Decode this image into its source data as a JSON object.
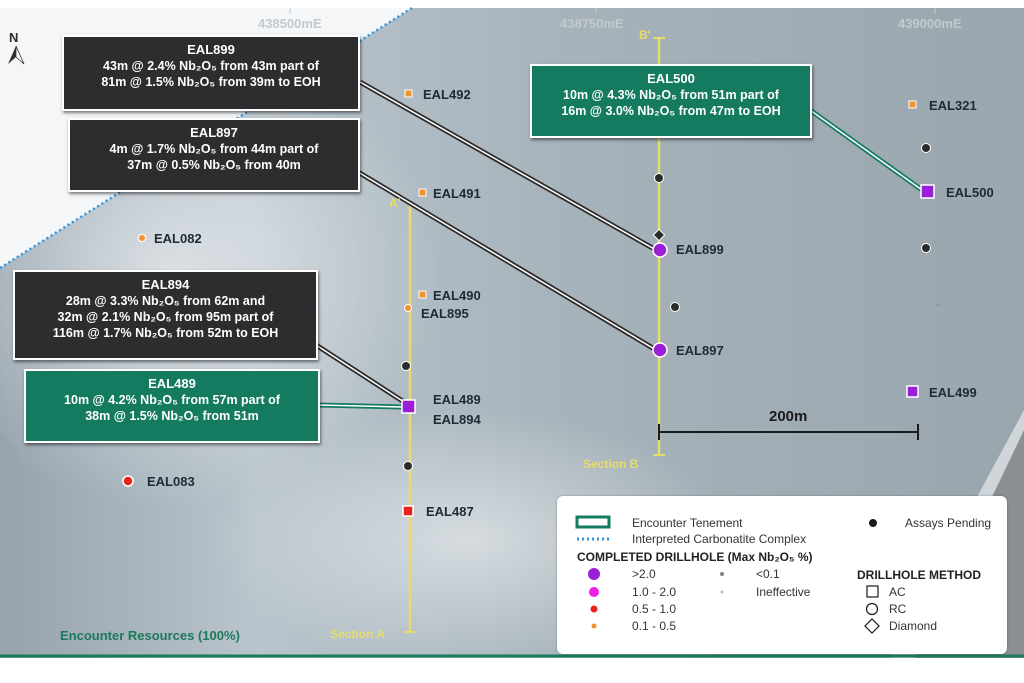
{
  "north": "N",
  "grid_eastings": [
    "438500mE",
    "438750mE",
    "439000mE"
  ],
  "sections": [
    {
      "start": "A'",
      "end": "Section A"
    },
    {
      "start": "B'",
      "end": "Section B"
    }
  ],
  "scale_bar": "200m",
  "drillholes": [
    "EAL492",
    "EAL491",
    "EAL082",
    "EAL490",
    "EAL895",
    "EAL489",
    "EAL894",
    "EAL083",
    "EAL487",
    "EAL899",
    "EAL897",
    "EAL321",
    "EAL500",
    "EAL499"
  ],
  "callouts": [
    {
      "hole": "EAL899",
      "style": "dark",
      "lines": [
        "43m @ 2.4% Nb₂O₅ from 43m part of",
        "81m @ 1.5% Nb₂O₅ from 39m to EOH"
      ]
    },
    {
      "hole": "EAL897",
      "style": "dark",
      "lines": [
        "4m @ 1.7% Nb₂O₅ from 44m part of",
        "37m @ 0.5% Nb₂O₅ from 40m"
      ]
    },
    {
      "hole": "EAL894",
      "style": "dark",
      "lines": [
        "28m @ 3.3% Nb₂O₅ from 62m and",
        "32m @ 2.1% Nb₂O₅ from 95m part of",
        "116m @ 1.7% Nb₂O₅ from 52m to EOH"
      ]
    },
    {
      "hole": "EAL489",
      "style": "green",
      "lines": [
        "10m @ 4.2% Nb₂O₅ from 57m part of",
        "38m @ 1.5% Nb₂O₅ from 51m"
      ]
    },
    {
      "hole": "EAL500",
      "style": "green",
      "lines": [
        "10m @ 4.3% Nb₂O₅ from 51m part of",
        "16m @ 3.0% Nb₂O₅ from 47m to EOH"
      ]
    }
  ],
  "legend": {
    "tenement": "Encounter Tenement",
    "carbonatite": "Interpreted Carbonatite Complex",
    "assays_pending": "Assays Pending",
    "completed_title": "COMPLETED DRILLHOLE (Max Nb₂O₅ %)",
    "grades": [
      ">2.0",
      "1.0 - 2.0",
      "0.5 - 1.0",
      "0.1 - 0.5"
    ],
    "low": [
      "<0.1",
      "Ineffective"
    ],
    "method_title": "DRILLHOLE METHOD",
    "methods": [
      "AC",
      "RC",
      "Diamond"
    ]
  },
  "footer": "Encounter Resources (100%)",
  "colors": {
    "purple": "#9b1fd6",
    "magenta": "#e820e8",
    "red": "#e8231c",
    "orange": "#f0922e",
    "dark_box": "#2d2c2e",
    "green_box": "#147a60",
    "teal": "#1c7a5a",
    "section_line": "#e6dc6a"
  }
}
